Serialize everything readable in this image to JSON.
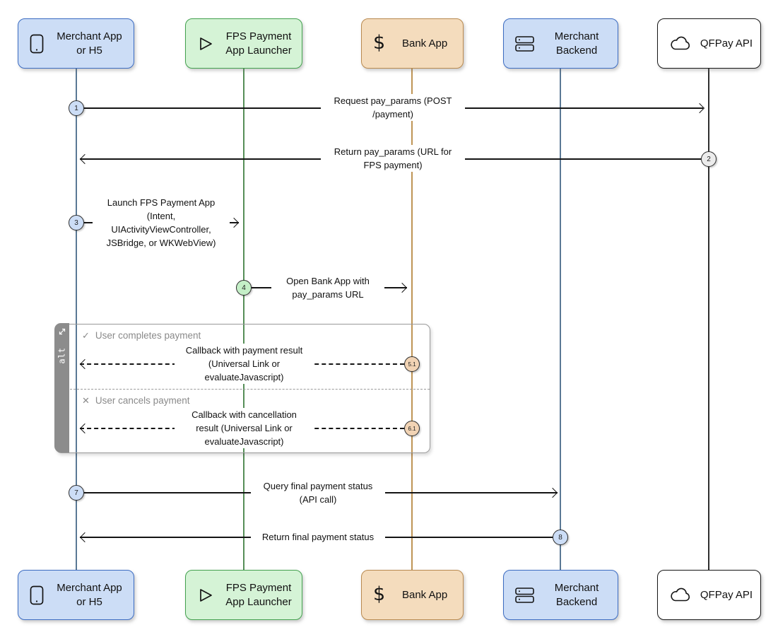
{
  "participants": [
    {
      "name": "Merchant App or H5",
      "label": "Merchant App\nor H5",
      "icon": "mobile-icon",
      "fill": "#ccddf6",
      "border": "#3c6cc2",
      "lifeline_color": "#5a7894"
    },
    {
      "name": "FPS Payment App Launcher",
      "label": "FPS Payment\nApp Launcher",
      "icon": "play-icon",
      "fill": "#d5f3d6",
      "border": "#43a14f",
      "lifeline_color": "#568e58"
    },
    {
      "name": "Bank App",
      "label": "Bank App",
      "icon": "dollar-icon",
      "fill": "#f4dcbd",
      "border": "#b98a50",
      "lifeline_color": "#bf9455"
    },
    {
      "name": "Merchant Backend",
      "label": "Merchant\nBackend",
      "icon": "server-icon",
      "fill": "#ccddf6",
      "border": "#3c6cc2",
      "lifeline_color": "#5a7894"
    },
    {
      "name": "QFPay API",
      "label": "QFPay API",
      "icon": "cloud-icon",
      "fill": "#ffffff",
      "border": "#161616",
      "lifeline_color": "#2f2f2f"
    }
  ],
  "icons": {
    "dollar_glyph": "$",
    "check_glyph": "✓",
    "cancel_glyph": "✕"
  },
  "messages": [
    {
      "num": "1",
      "label": "Request pay_params (POST\n/payment)",
      "from": "Merchant App or H5",
      "to": "QFPay API",
      "line_style": "solid"
    },
    {
      "num": "2",
      "label": "Return pay_params (URL for\nFPS payment)",
      "from": "QFPay API",
      "to": "Merchant App or H5",
      "line_style": "solid"
    },
    {
      "num": "3",
      "label": "Launch FPS Payment App\n(Intent,\nUIActivityViewController,\nJSBridge, or WKWebView)",
      "from": "Merchant App or H5",
      "to": "FPS Payment App Launcher",
      "line_style": "solid"
    },
    {
      "num": "4",
      "label": "Open Bank App with\npay_params URL",
      "from": "FPS Payment App Launcher",
      "to": "Bank App",
      "line_style": "solid"
    },
    {
      "num": "5.1",
      "label": "Callback with payment result\n(Universal Link or\nevaluateJavascript)",
      "from": "Bank App",
      "to": "Merchant App or H5",
      "line_style": "dashed"
    },
    {
      "num": "6.1",
      "label": "Callback with cancellation\nresult (Universal Link or\nevaluateJavascript)",
      "from": "Bank App",
      "to": "Merchant App or H5",
      "line_style": "dashed"
    },
    {
      "num": "7",
      "label": "Query final payment status\n(API call)",
      "from": "Merchant App or H5",
      "to": "Merchant Backend",
      "line_style": "solid"
    },
    {
      "num": "8",
      "label": "Return final payment status",
      "from": "Merchant Backend",
      "to": "Merchant App or H5",
      "line_style": "solid"
    }
  ],
  "alt_frame": {
    "label": "alt",
    "sections": [
      {
        "icon": "check-icon",
        "icon_glyph": "✓",
        "title": "User completes payment"
      },
      {
        "icon": "cancel-icon",
        "icon_glyph": "✕",
        "title": "User cancels payment"
      }
    ]
  }
}
